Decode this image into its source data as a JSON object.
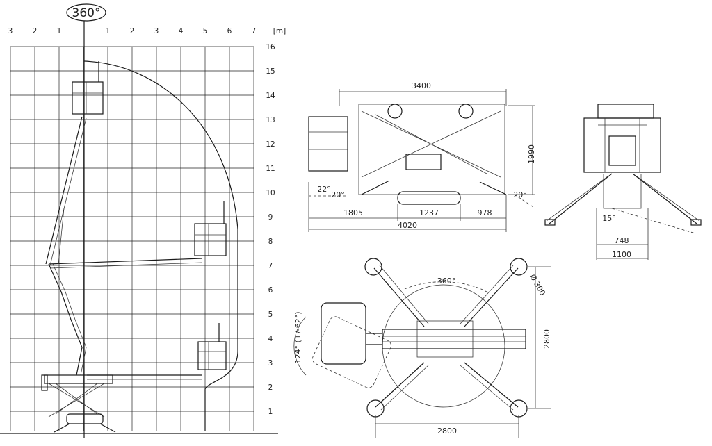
{
  "rotation_badge": "360°",
  "unit_label": "[m]",
  "x_ticks_left": [
    "3",
    "2",
    "1"
  ],
  "x_ticks_right": [
    "1",
    "2",
    "3",
    "4",
    "5",
    "6",
    "7"
  ],
  "y_ticks": [
    "16",
    "15",
    "14",
    "13",
    "12",
    "11",
    "10",
    "9",
    "8",
    "7",
    "6",
    "5",
    "4",
    "3",
    "2",
    "1"
  ],
  "side_view": {
    "length_top": "3400",
    "height": "1990",
    "angle_left_outer": "22°",
    "angle_left_inner": "20°",
    "angle_right": "20°",
    "seg_a": "1805",
    "seg_b": "1237",
    "seg_c": "978",
    "total_length": "4020"
  },
  "front_view": {
    "angle": "15°",
    "inner_width": "748",
    "outer_width": "1100"
  },
  "top_view": {
    "rotation": "360°",
    "basket_rotation": "124° (+/-62°)",
    "pad_diameter": "Ø 300",
    "outrigger_height": "2800",
    "outrigger_width": "2800"
  }
}
